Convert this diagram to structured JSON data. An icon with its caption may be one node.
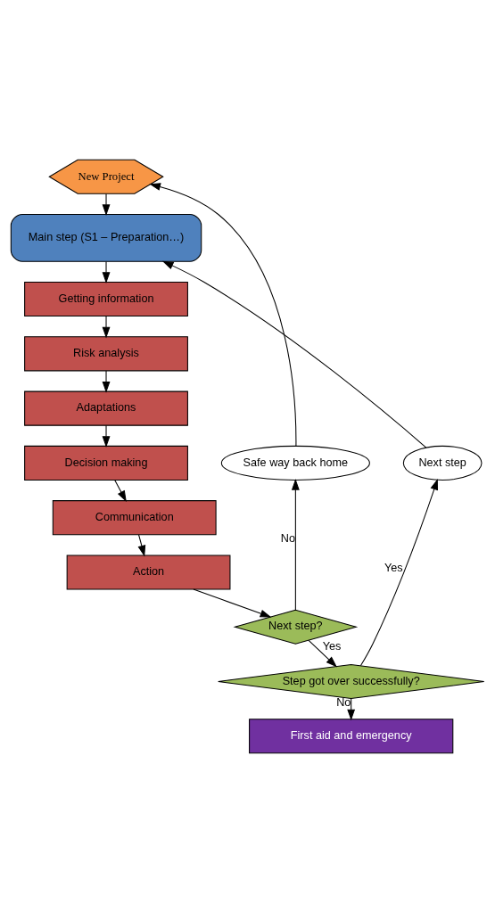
{
  "diagram": {
    "nodes": [
      {
        "text": [
          "New Project"
        ]
      },
      {
        "text": [
          "Main step (S1 – Preparation…)"
        ]
      },
      {
        "text": [
          "Getting information"
        ]
      },
      {
        "text": [
          "Risk analysis"
        ]
      },
      {
        "text": [
          "Adaptations"
        ]
      },
      {
        "text": [
          "Decision making"
        ]
      },
      {
        "text": [
          "Communication"
        ]
      },
      {
        "text": [
          "Action"
        ]
      },
      {
        "text": [
          "Next step?"
        ]
      },
      {
        "text": [
          "Step got over successfully?"
        ]
      },
      {
        "text": [
          "First aid and emergency"
        ]
      },
      {
        "text": [
          "Safe way back home"
        ]
      },
      {
        "text": [
          "Next step"
        ]
      }
    ],
    "edges": [
      {
        "from": 0,
        "to": 1,
        "arrow": "to"
      },
      {
        "from": 1,
        "to": 2,
        "arrow": "to"
      },
      {
        "from": 2,
        "to": 3,
        "arrow": "to"
      },
      {
        "from": 3,
        "to": 4,
        "arrow": "to"
      },
      {
        "from": 4,
        "to": 5,
        "arrow": "to"
      },
      {
        "from": 5,
        "to": 6,
        "arrow": "to"
      },
      {
        "from": 6,
        "to": 7,
        "arrow": "to"
      },
      {
        "from": 7,
        "to": 8,
        "arrow": "to"
      },
      {
        "from": 8,
        "to": 11,
        "label": "No",
        "arrow": "to"
      },
      {
        "from": 11,
        "to": 0,
        "arrow": "to"
      },
      {
        "from": 8,
        "to": 9,
        "label": "Yes",
        "arrow": "to"
      },
      {
        "from": 9,
        "to": 10,
        "label": "No",
        "arrow": "to"
      },
      {
        "from": 9,
        "to": 12,
        "label": "Yes",
        "arrow": "to"
      },
      {
        "from": 12,
        "to": 1,
        "arrow": "to"
      }
    ]
  }
}
